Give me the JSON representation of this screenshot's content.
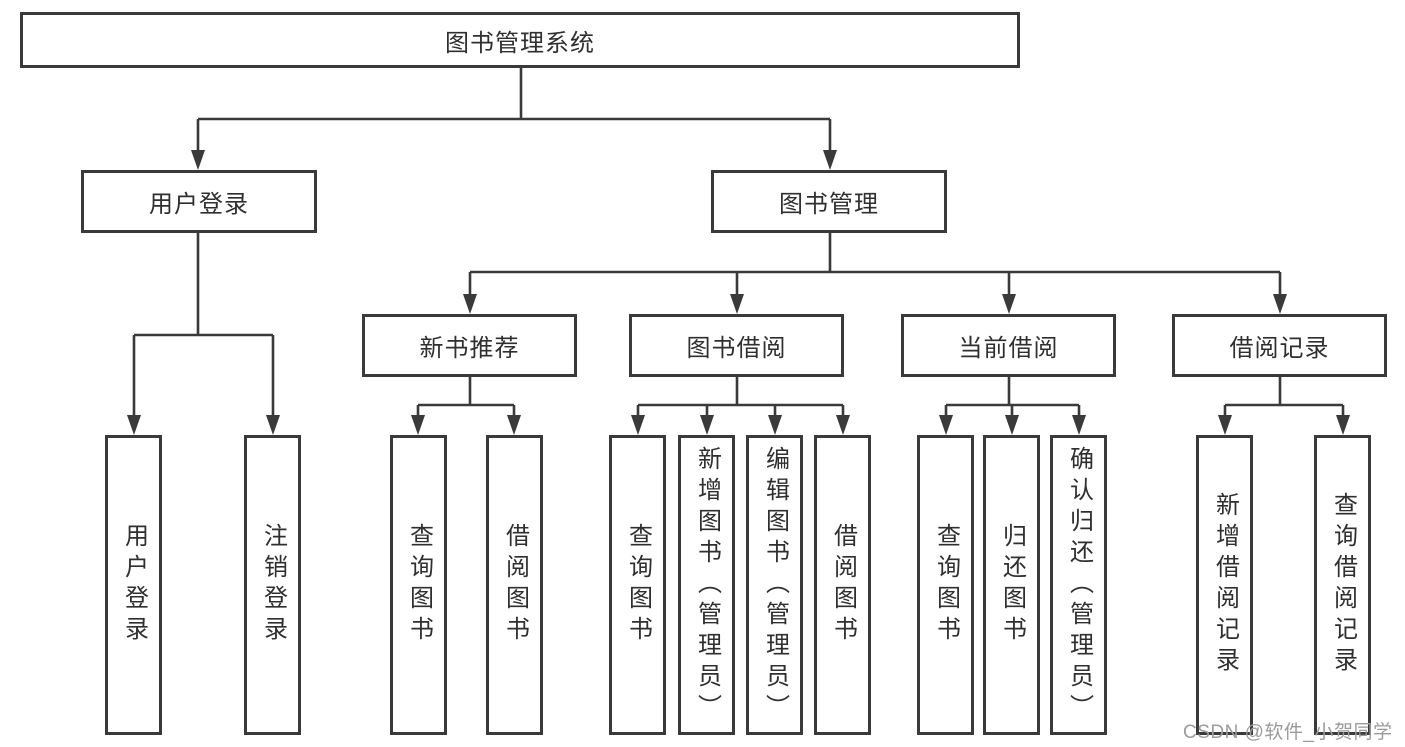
{
  "tree": {
    "root": "图书管理系统",
    "branches": [
      {
        "label": "用户登录",
        "children": [
          "用户登录",
          "注销登录"
        ]
      },
      {
        "label": "图书管理",
        "sections": [
          {
            "label": "新书推荐",
            "children": [
              "查询图书",
              "借阅图书"
            ]
          },
          {
            "label": "图书借阅",
            "children": [
              "查询图书",
              "新增图书（管理员）",
              "编辑图书（管理员）",
              "借阅图书"
            ]
          },
          {
            "label": "当前借阅",
            "children": [
              "查询图书",
              "归还图书",
              "确认归还（管理员）"
            ]
          },
          {
            "label": "借阅记录",
            "children": [
              "新增借阅记录",
              "查询借阅记录"
            ]
          }
        ]
      }
    ]
  },
  "watermark": {
    "text": "CSDN @软件_小贺同学"
  },
  "colors": {
    "line": "#3a3a3a",
    "box_border": "#3a3a3a",
    "box_fill": "#ffffff",
    "text": "#2f2f2f",
    "watermark": "#9b9b9b",
    "background": "#ffffff"
  }
}
